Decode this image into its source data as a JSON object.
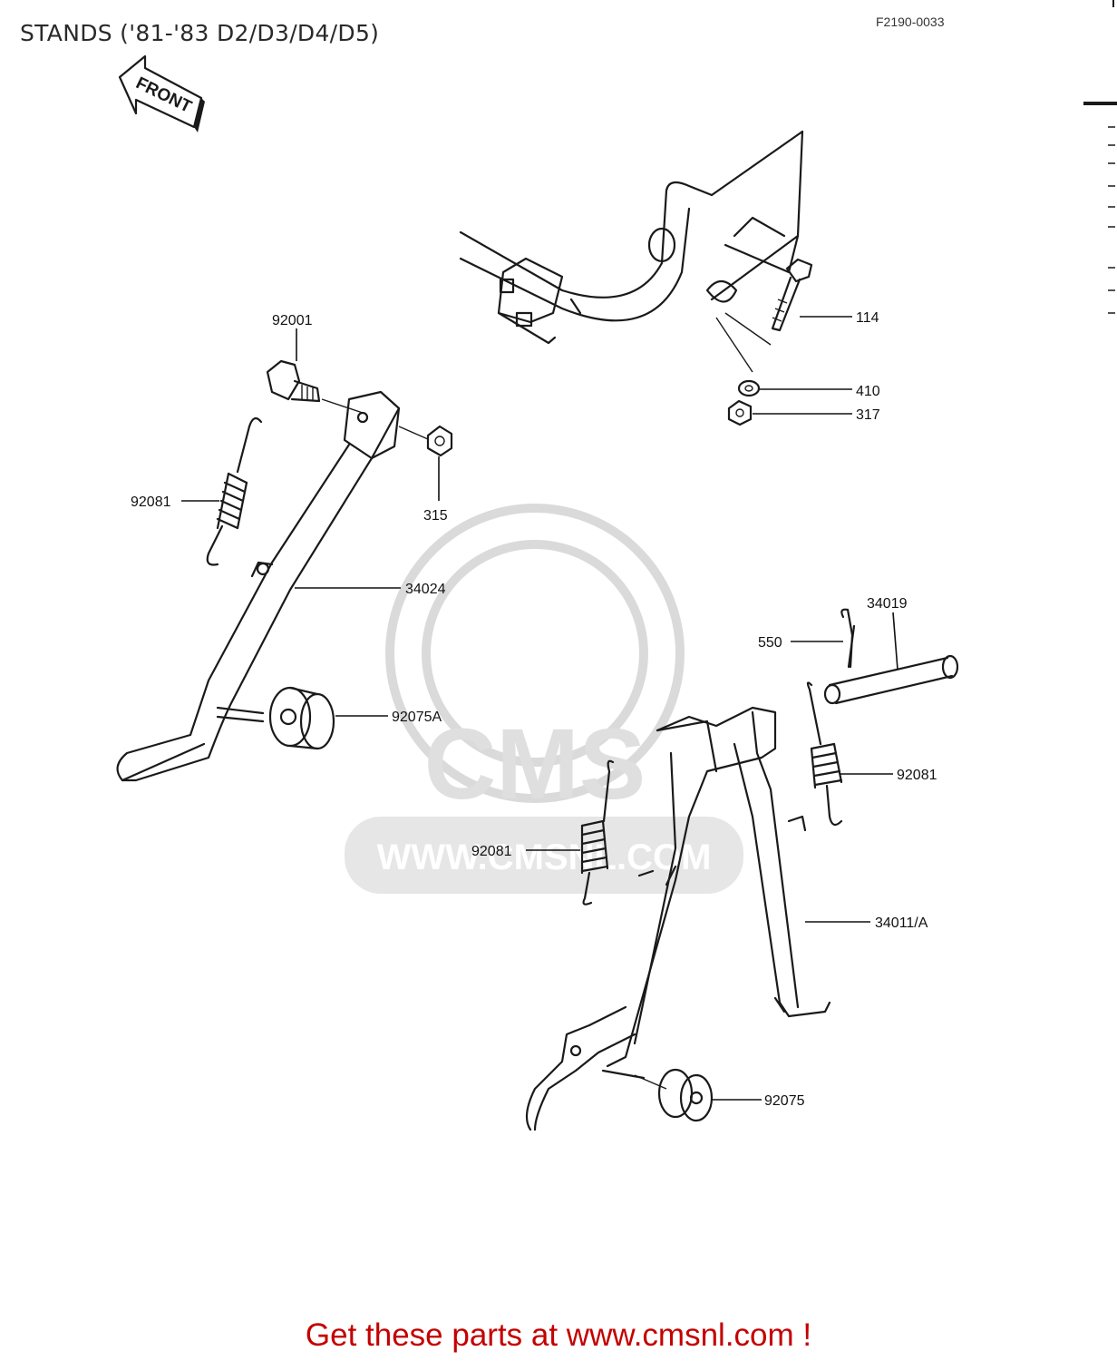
{
  "header": {
    "title": "STANDS ('81-'83 D2/D3/D4/D5)",
    "diagram_code": "F2190-0033"
  },
  "front_arrow": {
    "label": "FRONT"
  },
  "watermark": {
    "brand": "CMS",
    "url": "WWW.CMSNL.COM"
  },
  "callouts": {
    "c92001": "92001",
    "c114": "114",
    "c410": "410",
    "c317": "317",
    "c92081_side": "92081",
    "c315": "315",
    "c34024": "34024",
    "c34019": "34019",
    "c550": "550",
    "c92075A": "92075A",
    "c92081_right": "92081",
    "c92081_center": "92081",
    "c34011A": "34011/A",
    "c92075": "92075"
  },
  "footer": {
    "text": "Get these parts at www.cmsnl.com !"
  }
}
